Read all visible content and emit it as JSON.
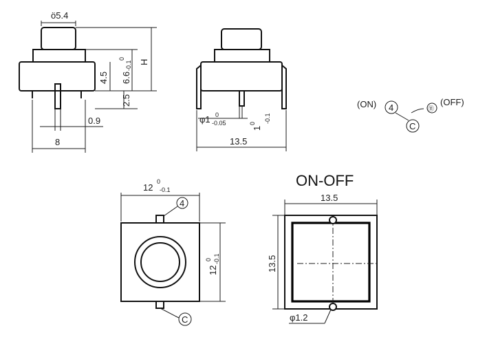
{
  "side_view": {
    "top_diameter": "ö5.4",
    "height_label": "H",
    "dim_4_5": "4.5",
    "dim_6_6": "6.6",
    "dim_6_6_upper_tol": "0",
    "dim_6_6_lower_tol": "-0.1",
    "dim_2_5": "2.5",
    "dim_0_9": "0.9",
    "dim_8": "8"
  },
  "front_view": {
    "pin_dia": "φ1",
    "pin_dia_upper_tol": "0",
    "pin_dia_lower_tol": "-0.05",
    "pin_width": "1",
    "pin_width_upper_tol": "0",
    "pin_width_lower_tol": "-0.1",
    "width": "13.5"
  },
  "schematic": {
    "on_label": "(ON)",
    "off_label": "(OFF)",
    "on_terminal": "4",
    "common_terminal": "C",
    "off_terminal": "⑪"
  },
  "top_view": {
    "width": "12",
    "width_upper_tol": "0",
    "width_lower_tol": "-0.1",
    "height": "12",
    "height_upper_tol": "0",
    "height_lower_tol": "-0.1",
    "terminal_top": "4",
    "terminal_bottom": "C"
  },
  "footprint": {
    "title": "ON-OFF",
    "width": "13.5",
    "height": "13.5",
    "hole_dia": "φ1.2"
  }
}
